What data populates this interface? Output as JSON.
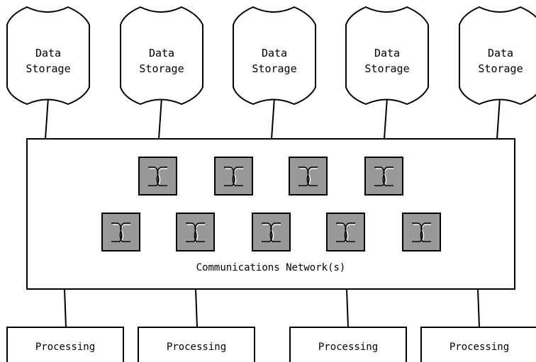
{
  "storage": {
    "label_line1": "Data",
    "label_line2": "Storage",
    "count": 5
  },
  "network": {
    "label": "Communications Network(s)",
    "switch_rows": [
      4,
      5
    ]
  },
  "processing": {
    "label": "Processing",
    "count": 4
  },
  "colors": {
    "switch_fill": "#999999",
    "stroke": "#000000",
    "background": "#ffffff"
  },
  "icons": {
    "switch": "switch-icon"
  }
}
